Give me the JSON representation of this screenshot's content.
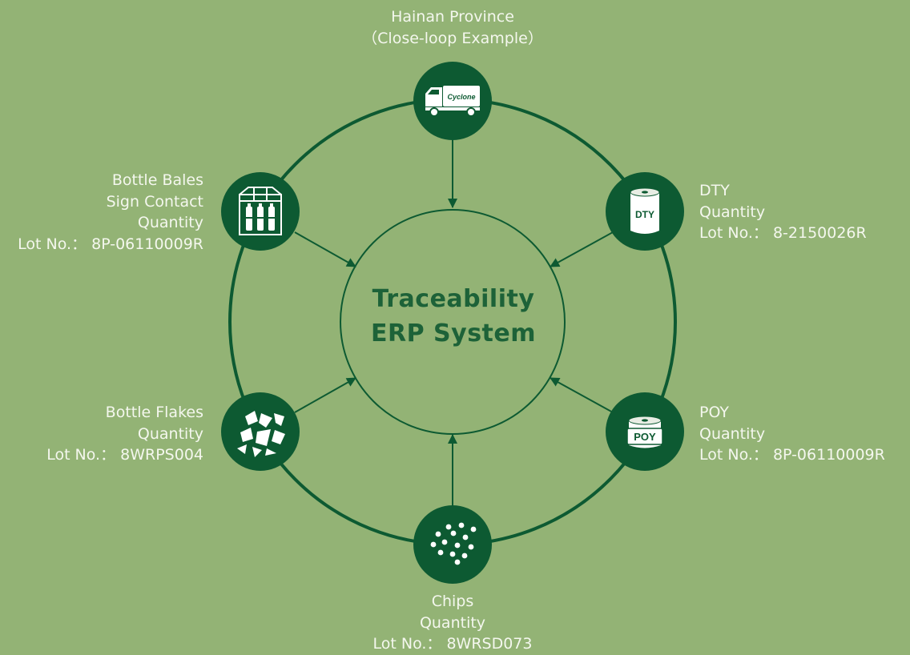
{
  "center": {
    "line1": "Traceability",
    "line2": "ERP System"
  },
  "nodes": {
    "top": {
      "line1": "Hainan Province",
      "line2": "（Close-loop Example）",
      "icon": "truck-icon",
      "icon_text": "Cyclone"
    },
    "right_top": {
      "line1": "DTY",
      "line2": "Quantity",
      "line3": "Lot No.：  8-2150026R",
      "icon": "dty-spool-icon",
      "icon_text": "DTY"
    },
    "right_bottom": {
      "line1": "POY",
      "line2": "Quantity",
      "line3": "Lot No.：  8P-06110009R",
      "icon": "poy-spool-icon",
      "icon_text": "POY"
    },
    "bottom": {
      "line1": "Chips",
      "line2": "Quantity",
      "line3": "Lot No.：  8WRSD073",
      "icon": "chips-icon"
    },
    "left_bottom": {
      "line1": "Bottle Flakes",
      "line2": "Quantity",
      "line3": "Lot No.：  8WRPS004",
      "icon": "flakes-icon"
    },
    "left_top": {
      "line1": "Bottle Bales",
      "line2": "Sign Contact",
      "line3": "Quantity",
      "line4": "Lot No.：  8P-06110009R",
      "icon": "bottle-bales-icon"
    }
  },
  "colors": {
    "background": "#93b375",
    "dark_green": "#0d5a32",
    "text": "#f4f7ee",
    "title": "#1d6238"
  }
}
